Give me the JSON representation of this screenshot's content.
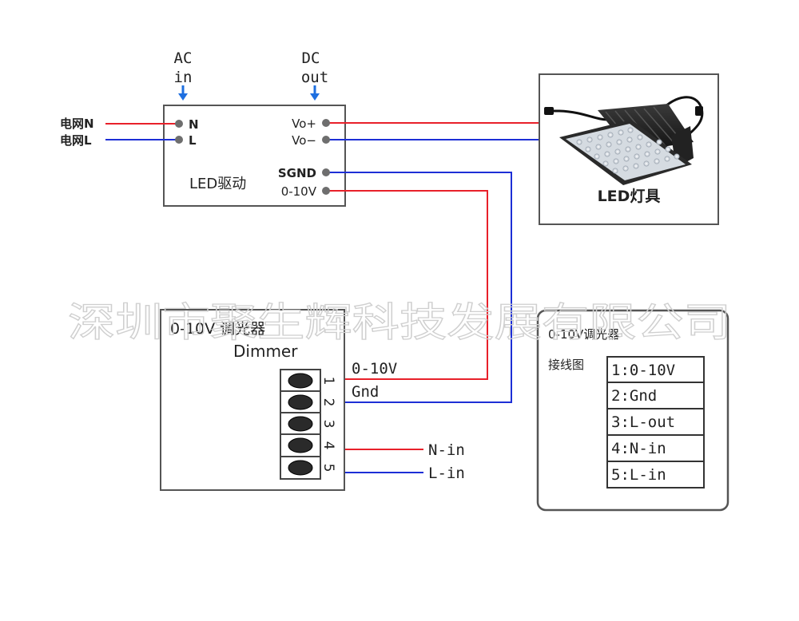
{
  "labels": {
    "ac": "AC",
    "ac_in": "in",
    "dc": "DC",
    "dc_out": "out",
    "grid_n": "电网N",
    "grid_l": "电网L",
    "term_n": "N",
    "term_l": "L",
    "vo_plus": "Vo+",
    "vo_minus": "Vo−",
    "sgnd": "SGND",
    "v010_driver": "0-10V",
    "driver_name": "LED驱动",
    "lamp_name": "LED灯具",
    "watermark": "深圳市聚生辉科技发展有限公司",
    "dimmer_title": "0-10V 调光器",
    "dimmer_sub": "Dimmer",
    "pin1": "1",
    "pin2": "2",
    "pin3": "3",
    "pin4": "4",
    "pin5": "5",
    "wire_010v": "0-10V",
    "wire_gnd": "Gnd",
    "wire_nin": "N-in",
    "wire_lin": "L-in",
    "legend_title": "0-10V调光器",
    "legend_wiring": "接线图",
    "legend_items": [
      "1:0-10V",
      "2:Gnd",
      "3:L-out",
      "4:N-in",
      "5:L-in"
    ]
  },
  "colors": {
    "red_wire": "#e8202a",
    "blue_wire": "#1d2fd6",
    "arrow_blue": "#1e6fe0",
    "box_border": "#555555",
    "terminal": "#6e6e6e"
  },
  "icons": {
    "arrow": "down-arrow-icon",
    "lamp": "led-floodlight-icon"
  }
}
